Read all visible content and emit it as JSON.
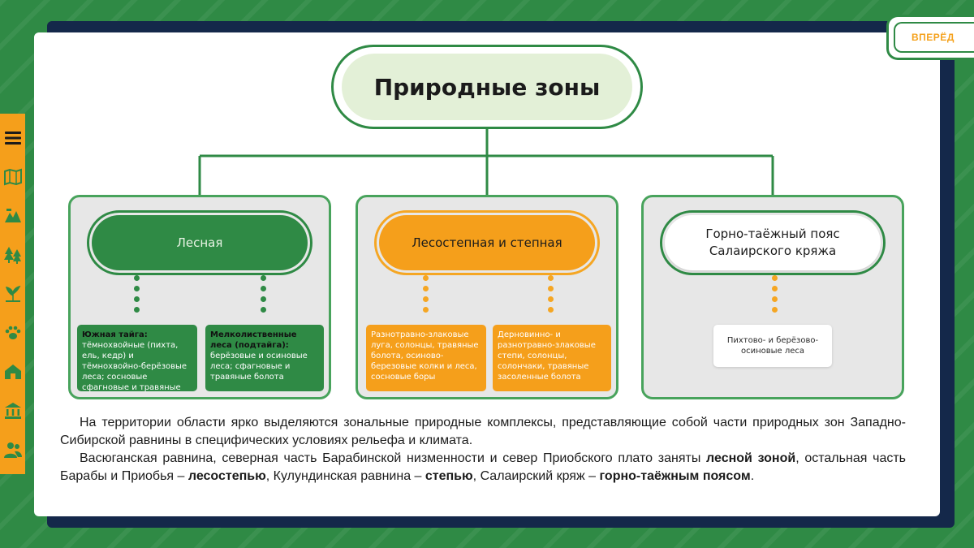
{
  "nav": {
    "next_label": "ВПЕРЁД",
    "sidebar_icons": [
      "menu-icon",
      "map-icon",
      "relief-icon",
      "forest-icon",
      "plant-icon",
      "paw-icon",
      "house-icon",
      "museum-icon",
      "people-icon"
    ]
  },
  "diagram": {
    "title": "Природные зоны",
    "zones": [
      {
        "label": "Лесная",
        "items": [
          {
            "bold": "Южная тайга:",
            "text": " тёмнохвойные (пихта, ель, кедр) и тёмнохвойно-берёзовые леса; сосновые сфагновые и травяные болота"
          },
          {
            "bold": "Мелколиственные леса (подтайга):",
            "text": " берёзовые и осиновые леса; сфагновые и травяные болота"
          }
        ]
      },
      {
        "label": "Лесостепная и степная",
        "items": [
          {
            "text": "Разнотравно-злаковые луга, солонцы, травяные болота, осиново-березовые колки и леса, сосновые боры"
          },
          {
            "text": "Дерновинно- и разнотравно-злаковые степи, солонцы, солончаки, травяные засоленные болота"
          }
        ]
      },
      {
        "label_line1": "Горно-таёжный пояс",
        "label_line2": "Салаирского кряжа",
        "items": [
          {
            "text": "Пихтово- и берёзово-осиновые леса"
          }
        ]
      }
    ]
  },
  "body_text": {
    "p1": "На территории области ярко выделяются зональные природные комплексы, представляющие собой части природных зон Западно-Сибирской равнины в специфических условиях рельефа и климата.",
    "p2_a": "Васюганская равнина, северная часть Барабинской низменности и север Приобского плато заняты ",
    "p2_b": "лесной зоной",
    "p2_c": ", остальная часть Барабы и Приобья – ",
    "p2_d": "лесостепью",
    "p2_e": ", Кулундинская равнина – ",
    "p2_f": "степью",
    "p2_g": ", Салаирский кряж – ",
    "p2_h": "горно-таёжным поясом",
    "p2_i": "."
  }
}
